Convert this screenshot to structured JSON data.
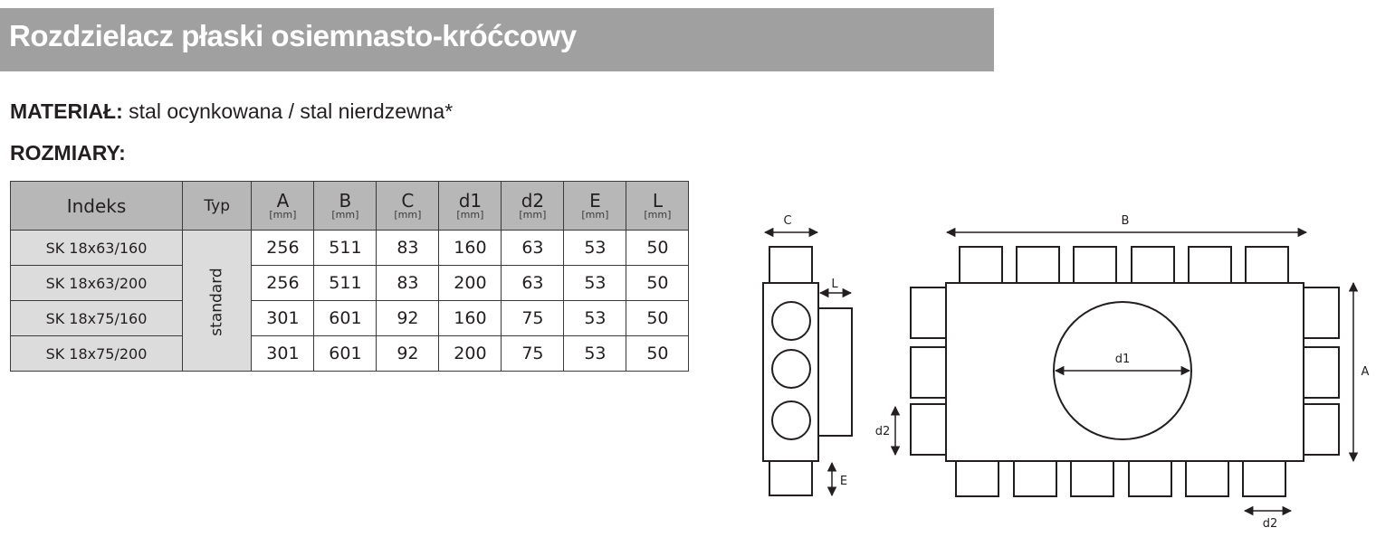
{
  "title": "Rozdzielacz płaski osiemnasto-króćcowy",
  "material": {
    "label": "MATERIAŁ:",
    "value": "stal ocynkowana / stal nierdzewna*"
  },
  "sizes_label": "ROZMIARY:",
  "table": {
    "headers": {
      "index": "Indeks",
      "type": "Typ",
      "columns": [
        {
          "letter": "A",
          "unit": "[mm]"
        },
        {
          "letter": "B",
          "unit": "[mm]"
        },
        {
          "letter": "C",
          "unit": "[mm]"
        },
        {
          "letter": "d1",
          "unit": "[mm]"
        },
        {
          "letter": "d2",
          "unit": "[mm]"
        },
        {
          "letter": "E",
          "unit": "[mm]"
        },
        {
          "letter": "L",
          "unit": "[mm]"
        }
      ]
    },
    "type_value": "standard",
    "rows": [
      {
        "index": "SK 18x63/160",
        "values": [
          "256",
          "511",
          "83",
          "160",
          "63",
          "53",
          "50"
        ]
      },
      {
        "index": "SK 18x63/200",
        "values": [
          "256",
          "511",
          "83",
          "200",
          "63",
          "53",
          "50"
        ]
      },
      {
        "index": "SK 18x75/160",
        "values": [
          "301",
          "601",
          "92",
          "160",
          "75",
          "53",
          "50"
        ]
      },
      {
        "index": "SK 18x75/200",
        "values": [
          "301",
          "601",
          "92",
          "200",
          "75",
          "53",
          "50"
        ]
      }
    ]
  },
  "drawing": {
    "side_view_labels": {
      "c": "C",
      "l": "L",
      "e": "E"
    },
    "top_view_labels": {
      "b": "B",
      "a": "A",
      "d1": "d1",
      "d2_side": "d2",
      "d2_bottom": "d2"
    }
  },
  "colors": {
    "title_band": "#a0a0a0",
    "header_cell": "#b7b7b7",
    "index_cell": "#dcdcdc"
  }
}
